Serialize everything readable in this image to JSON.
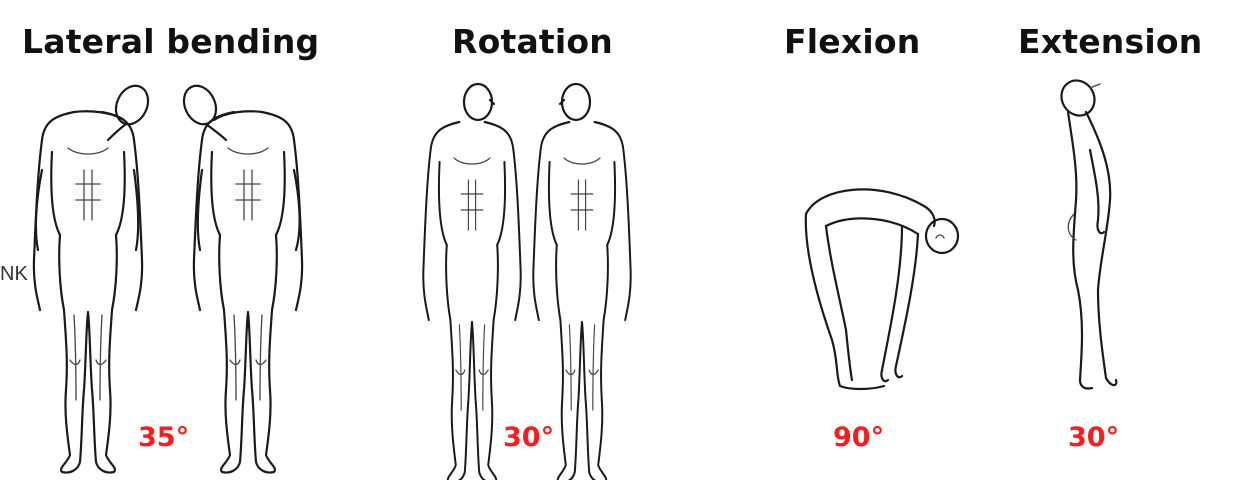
{
  "accent_color": "#ff1a1a",
  "edge_text": "NK",
  "panels": [
    {
      "title": "Lateral bending",
      "angle": "35°",
      "figure_icons": [
        "body-lateral-bend-left-icon",
        "body-lateral-bend-right-icon"
      ]
    },
    {
      "title": "Rotation",
      "angle": "30°",
      "figure_icons": [
        "body-rotation-left-icon",
        "body-rotation-right-icon"
      ]
    },
    {
      "title": "Flexion",
      "angle": "90°",
      "figure_icons": [
        "body-flexion-icon"
      ]
    },
    {
      "title": "Extension",
      "angle": "30°",
      "figure_icons": [
        "body-extension-icon"
      ]
    }
  ]
}
